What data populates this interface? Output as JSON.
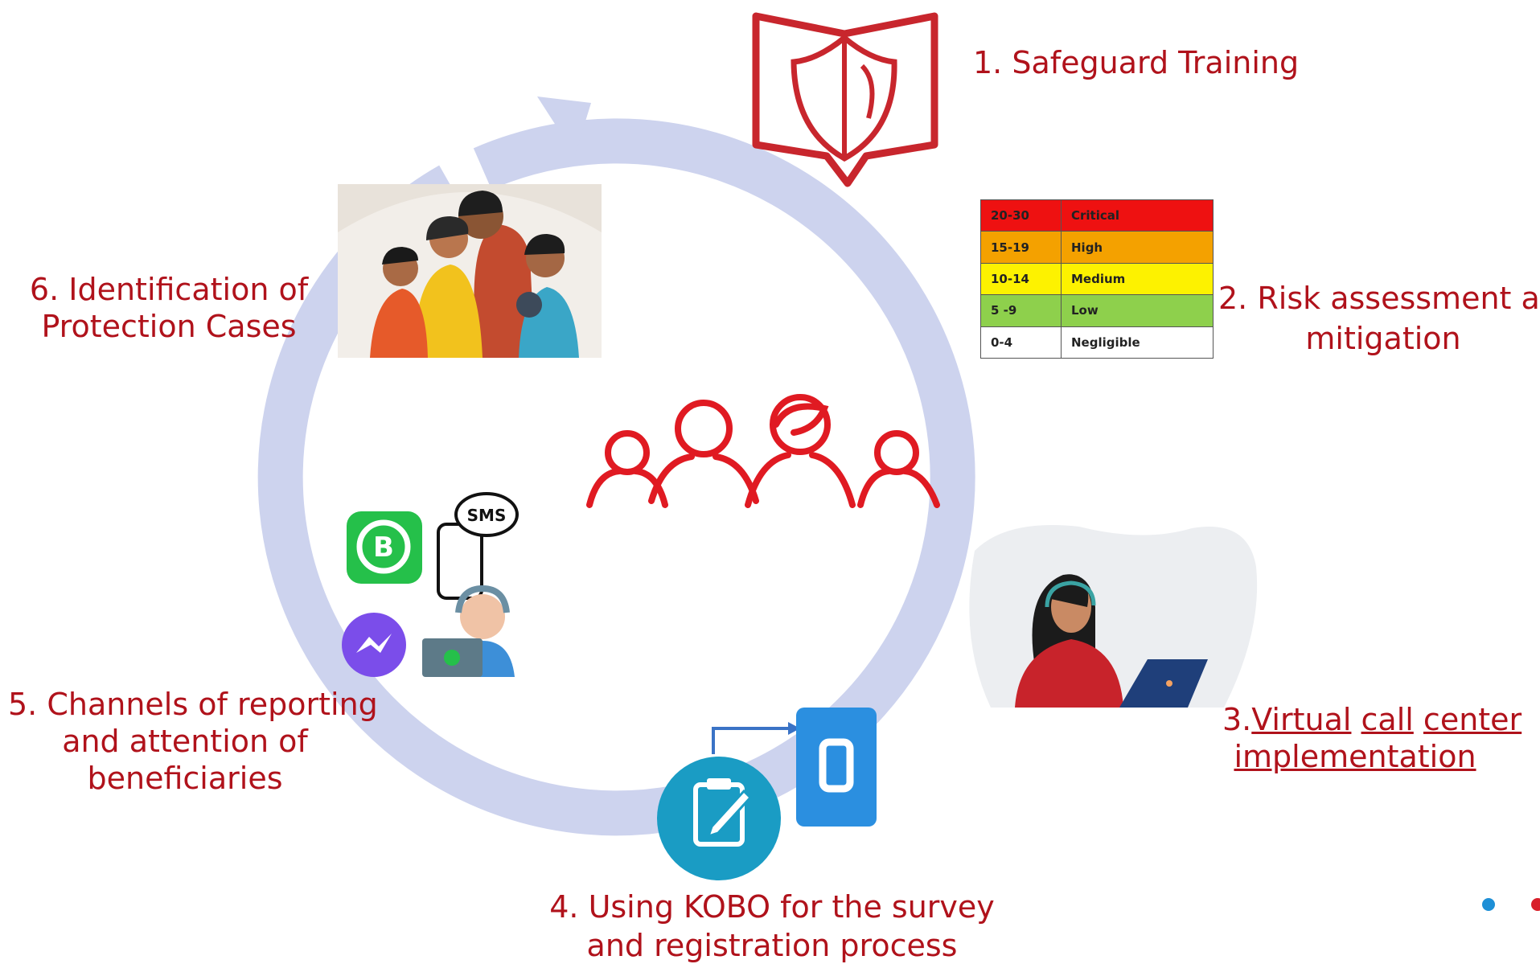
{
  "steps": [
    {
      "number": "1.",
      "label": "Safeguard Training"
    },
    {
      "number": "2.",
      "label_line1": "Risk assessment and",
      "label_line2": "mitigation"
    },
    {
      "number": "3.",
      "words": [
        "Virtual",
        "call",
        "center"
      ],
      "label_line2": "implementation"
    },
    {
      "number": "4.",
      "label_line1": "Using KOBO for the survey",
      "label_line2": "and registration process"
    },
    {
      "number": "5.",
      "label_line1": "Channels of reporting",
      "label_line2": "and attention of",
      "label_line3": "beneficiaries"
    },
    {
      "number": "6.",
      "label_line1": "Identification of",
      "label_line2": "Protection Cases"
    }
  ],
  "risk_table": {
    "rows": [
      {
        "range": "20-30",
        "level": "Critical",
        "color": "#ee1111"
      },
      {
        "range": "15-19",
        "level": "High",
        "color": "#f4a100"
      },
      {
        "range": "10-14",
        "level": "Medium",
        "color": "#fdf200"
      },
      {
        "range": "5 -9",
        "level": "Low",
        "color": "#8ed04c"
      },
      {
        "range": "0-4",
        "level": "Negligible",
        "color": "#ffffff"
      }
    ]
  },
  "icons": {
    "sms_text": "SMS",
    "whatsapp_letter": "B"
  },
  "colors": {
    "accent_red": "#b0121b",
    "icon_red": "#e01a22",
    "cycle_ring": "#cdd3ee",
    "kobo_teal": "#1a9cc4",
    "phone_blue": "#2b8fe0"
  }
}
